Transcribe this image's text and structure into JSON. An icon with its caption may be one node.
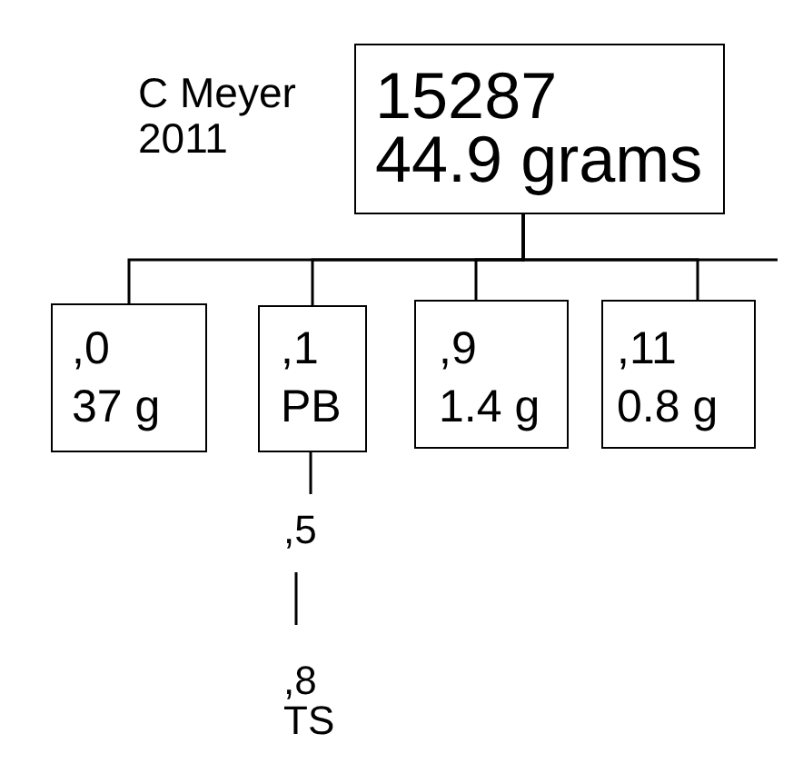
{
  "diagram": {
    "nodes": [
      {
        "text": [
          "15287",
          "44.9 grams"
        ]
      },
      {
        "text": [
          ",0",
          "37 g"
        ]
      },
      {
        "text": [
          ",1",
          "PB"
        ]
      },
      {
        "text": [
          ",9",
          "1.4 g"
        ]
      },
      {
        "text": [
          ",11",
          "0.8 g"
        ]
      },
      {
        "text": [
          ",5"
        ]
      },
      {
        "text": [
          ",8",
          "TS"
        ]
      }
    ],
    "edges": [
      {
        "from": 0,
        "to": 1,
        "arrow": "none"
      },
      {
        "from": 0,
        "to": 2,
        "arrow": "none"
      },
      {
        "from": 0,
        "to": 3,
        "arrow": "none"
      },
      {
        "from": 0,
        "to": 4,
        "arrow": "none"
      },
      {
        "from": 0,
        "to": null,
        "arrow": "none"
      },
      {
        "from": 2,
        "to": 5,
        "arrow": "none"
      },
      {
        "from": 5,
        "to": 6,
        "arrow": "none"
      }
    ],
    "labels": [
      "C Meyer 2011"
    ]
  }
}
